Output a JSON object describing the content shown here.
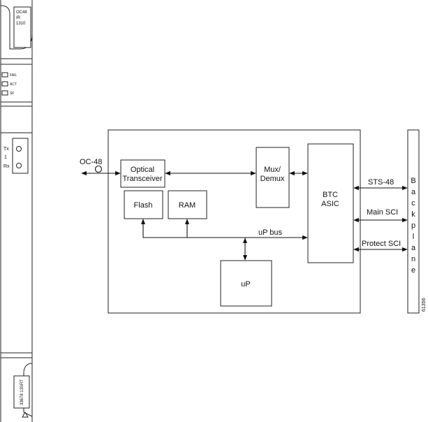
{
  "faceplate": {
    "card_label_lines": [
      "OC48",
      "IR",
      "1310"
    ],
    "leds": [
      "FAIL",
      "ACT",
      "SF"
    ],
    "port_labels": [
      "Tx",
      "1",
      "Rx"
    ],
    "bottom_label": "33678 13SRT"
  },
  "diagram": {
    "input_label": "OC-48",
    "optical_line1": "Optical",
    "optical_line2": "Transceiver",
    "mux_line1": "Mux/",
    "mux_line2": "Demux",
    "flash": "Flash",
    "ram": "RAM",
    "btc_line1": "BTC",
    "btc_line2": "ASIC",
    "up_bus": "uP bus",
    "up": "uP",
    "sts": "STS-48",
    "main_sci": "Main SCI",
    "protect_sci": "Protect SCI",
    "backplane_letters": [
      "B",
      "a",
      "c",
      "k",
      "p",
      "l",
      "a",
      "n",
      "e"
    ],
    "figure_id": "61356"
  }
}
